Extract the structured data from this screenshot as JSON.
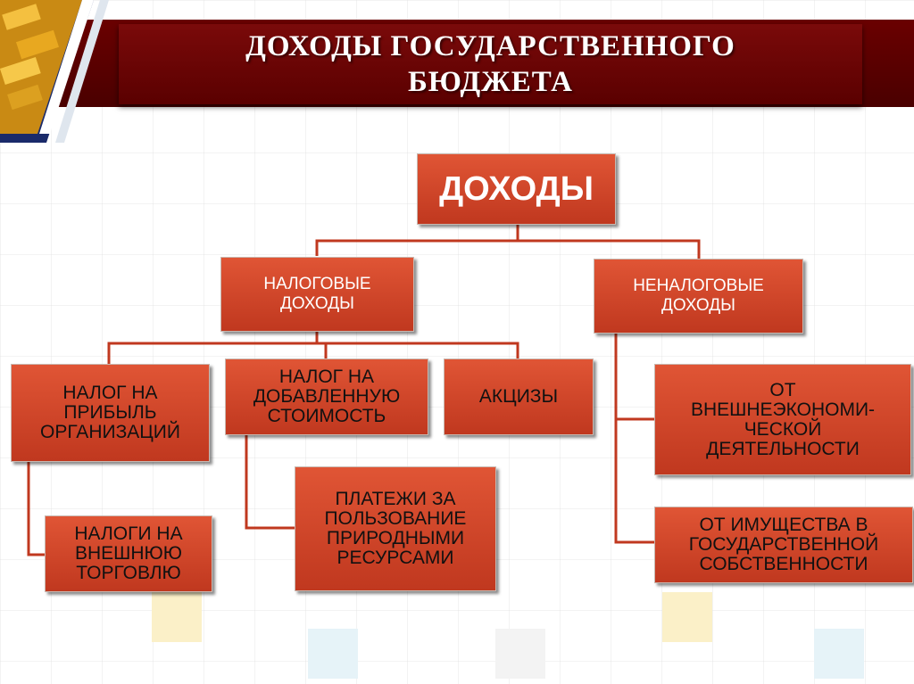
{
  "title": "ДОХОДЫ  ГОСУДАРСТВЕННОГО\nБЮДЖЕТА",
  "root": "ДОХОДЫ",
  "tax": {
    "label": "НАЛОГОВЫЕ\nДОХОДЫ",
    "items": {
      "profit": "НАЛОГ НА\nПРИБЫЛЬ\nОРГАНИЗАЦИЙ",
      "vat": "НАЛОГ НА\nДОБАВЛЕННУЮ\nСТОИМОСТЬ",
      "excise": "АКЦИЗЫ",
      "foreign_trade": "НАЛОГИ НА\nВНЕШНЮЮ\nТОРГОВЛЮ",
      "natural_resources": "ПЛАТЕЖИ ЗА\nПОЛЬЗОВАНИЕ\nПРИРОДНЫМИ\nРЕСУРСАМИ"
    }
  },
  "nontax": {
    "label": "НЕНАЛОГОВЫЕ\nДОХОДЫ",
    "items": {
      "foreign_economic": "ОТ\nВНЕШНЕЭКОНОМИ-\nЧЕСКОЙ\nДЕЯТЕЛЬНОСТИ",
      "state_property": "ОТ ИМУЩЕСТВА В\nГОСУДАРСТВЕННОЙ\nСОБСТВЕННОСТИ"
    }
  },
  "colors": {
    "header": "#5a0000",
    "node": "#d04428",
    "connector": "#c0381f"
  }
}
